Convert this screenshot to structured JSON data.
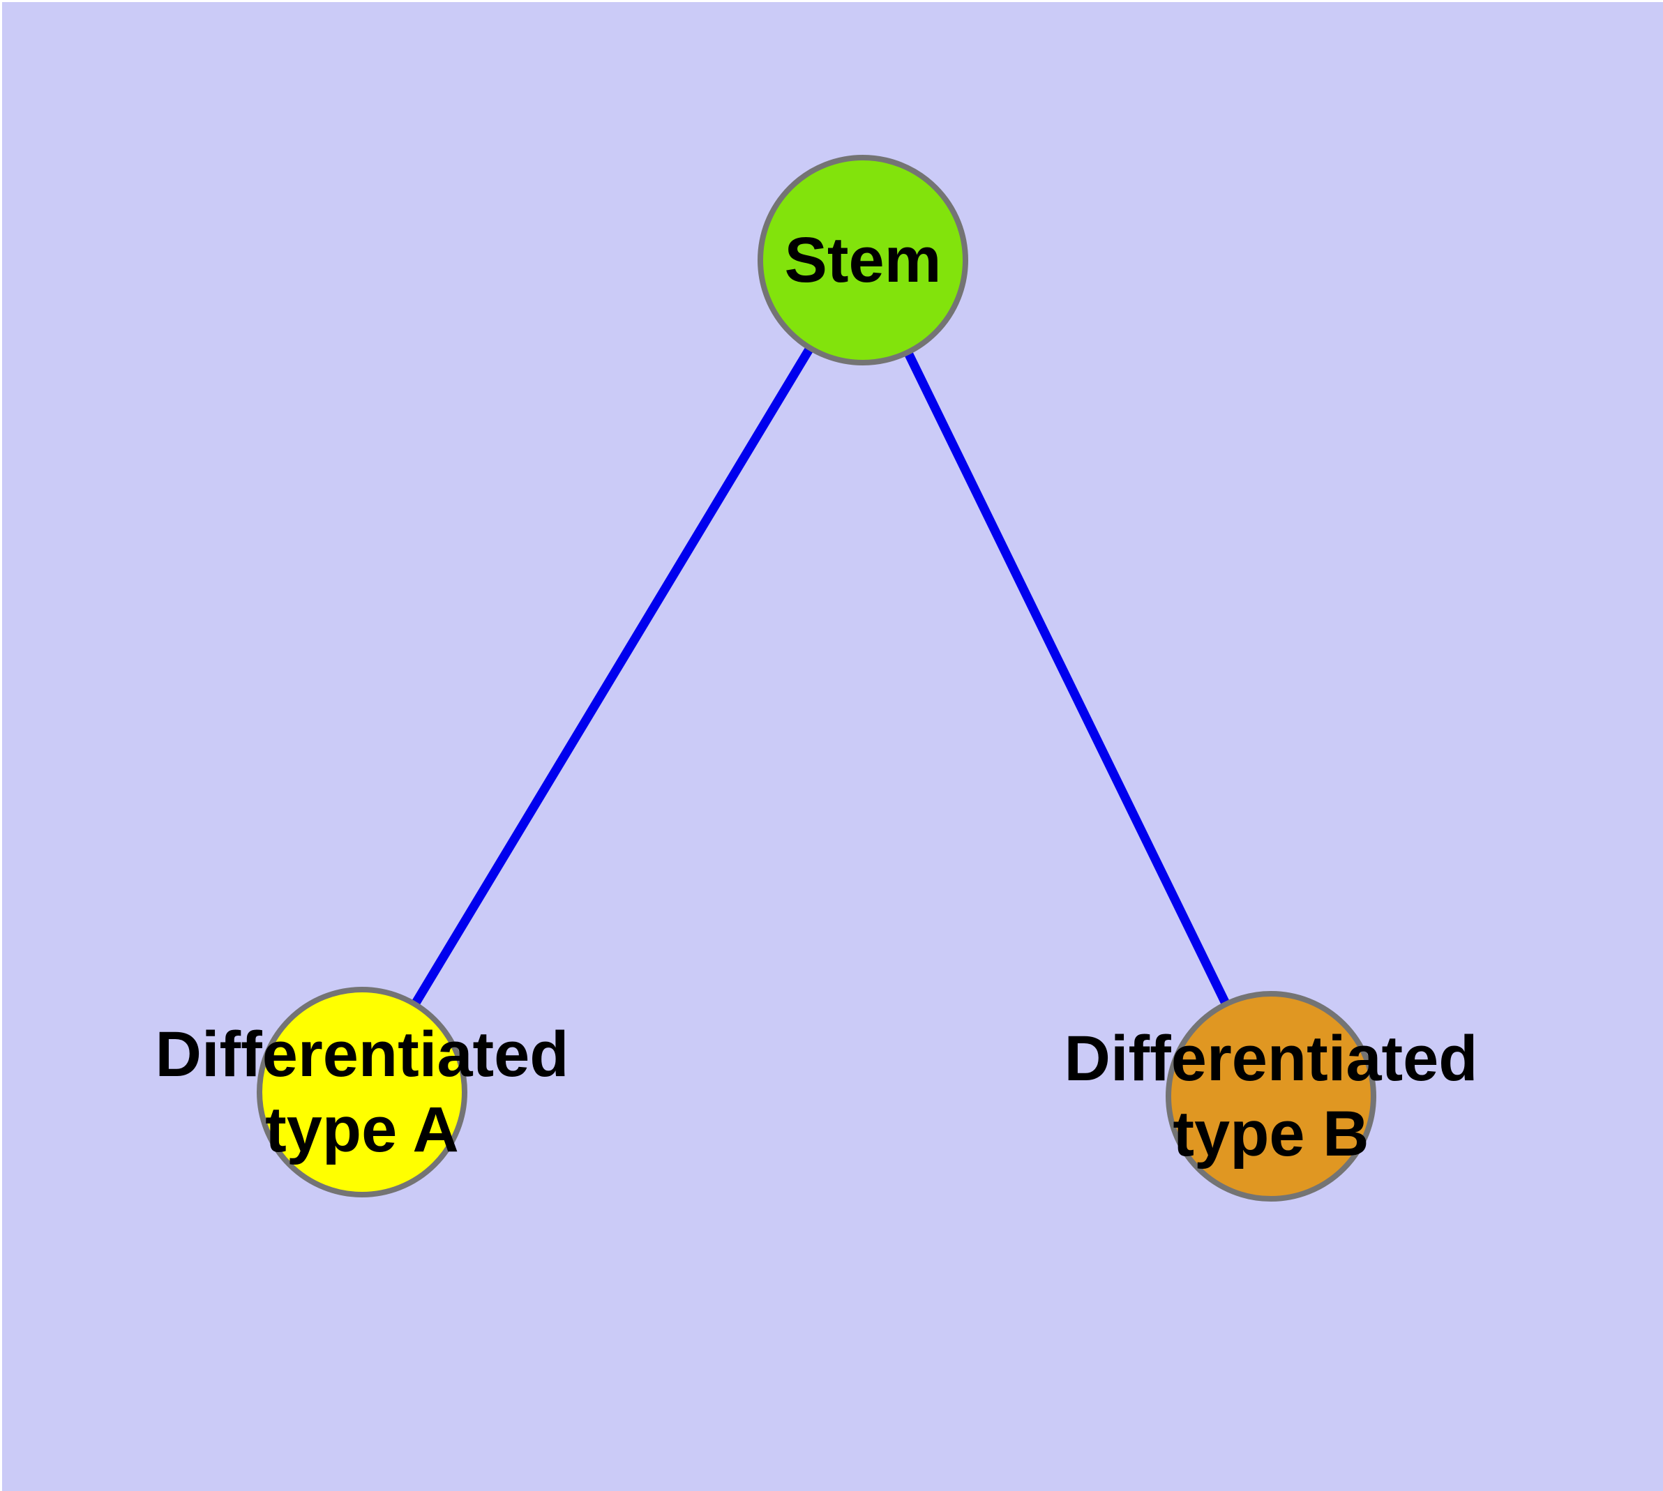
{
  "canvas": {
    "background_color": "#cbcbf7",
    "edge_highlight_color": "#ffffff"
  },
  "nodes": {
    "stem": {
      "label": "Stem",
      "fill_color": "#82e30c",
      "border_color": "#747474"
    },
    "type_a": {
      "label_line1": "Differentiated",
      "label_line2": "type A",
      "fill_color": "#ffff00",
      "border_color": "#747474"
    },
    "type_b": {
      "label_line1": "Differentiated",
      "label_line2": "type B",
      "fill_color": "#e09722",
      "border_color": "#747474"
    }
  },
  "edges": [
    {
      "from": "Stem",
      "to": "Differentiated type A",
      "color": "#0000ee"
    },
    {
      "from": "Stem",
      "to": "Differentiated type B",
      "color": "#0000ee"
    }
  ],
  "label_text_color": "#000000"
}
